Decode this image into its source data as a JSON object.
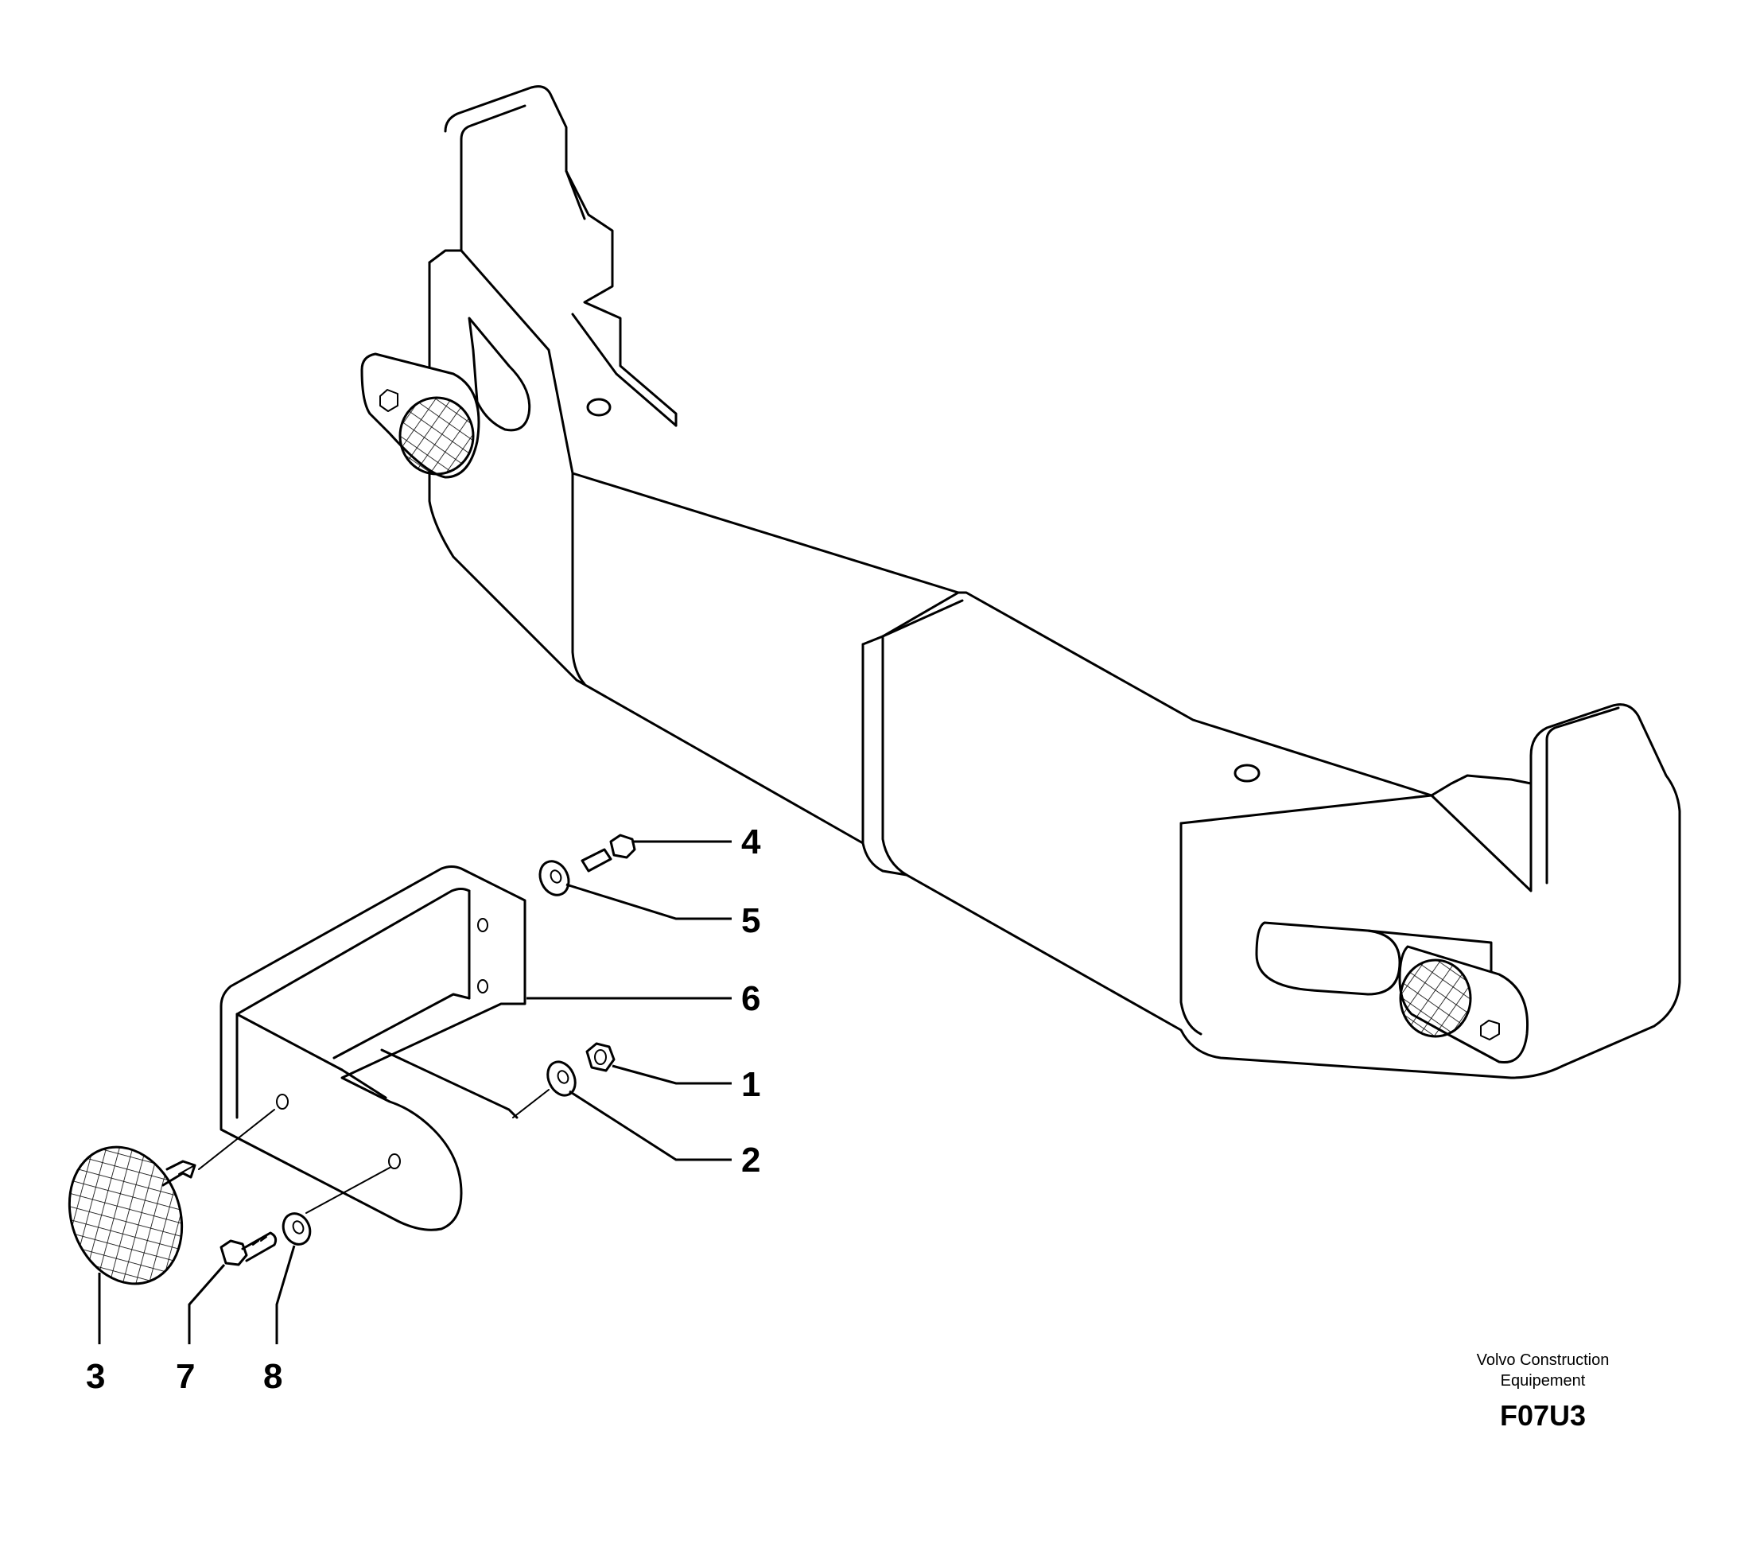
{
  "callouts": [
    {
      "id": "4",
      "label": "4"
    },
    {
      "id": "5",
      "label": "5"
    },
    {
      "id": "6",
      "label": "6"
    },
    {
      "id": "1",
      "label": "1"
    },
    {
      "id": "2",
      "label": "2"
    },
    {
      "id": "3",
      "label": "3"
    },
    {
      "id": "7",
      "label": "7"
    },
    {
      "id": "8",
      "label": "8"
    }
  ],
  "caption": {
    "line1": "Volvo Construction",
    "line2": "Equipement",
    "code": "F07U3"
  }
}
